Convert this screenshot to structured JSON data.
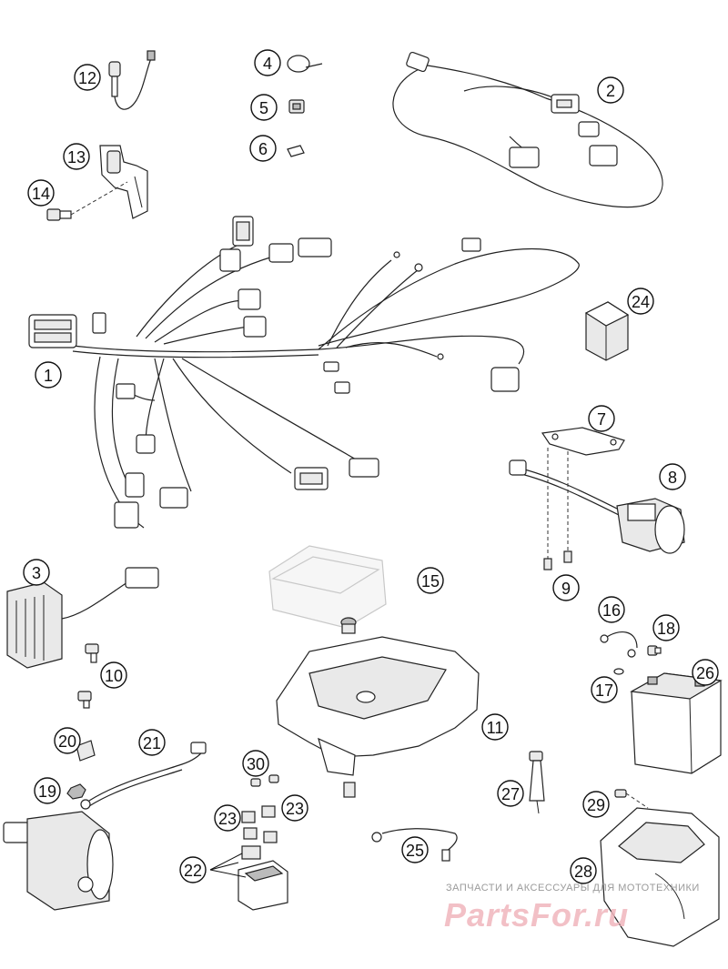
{
  "diagram": {
    "callouts": [
      "1",
      "2",
      "3",
      "4",
      "5",
      "6",
      "7",
      "8",
      "9",
      "10",
      "11",
      "12",
      "13",
      "14",
      "15",
      "16",
      "17",
      "18",
      "19",
      "20",
      "21",
      "22",
      "23",
      "23",
      "24",
      "25",
      "26",
      "27",
      "28",
      "29",
      "30"
    ]
  },
  "watermark": {
    "caption": "ЗАПЧАСТИ И АКСЕССУАРЫ ДЛЯ МОТОТЕХНИКИ",
    "logo": "PartsFor.ru"
  }
}
